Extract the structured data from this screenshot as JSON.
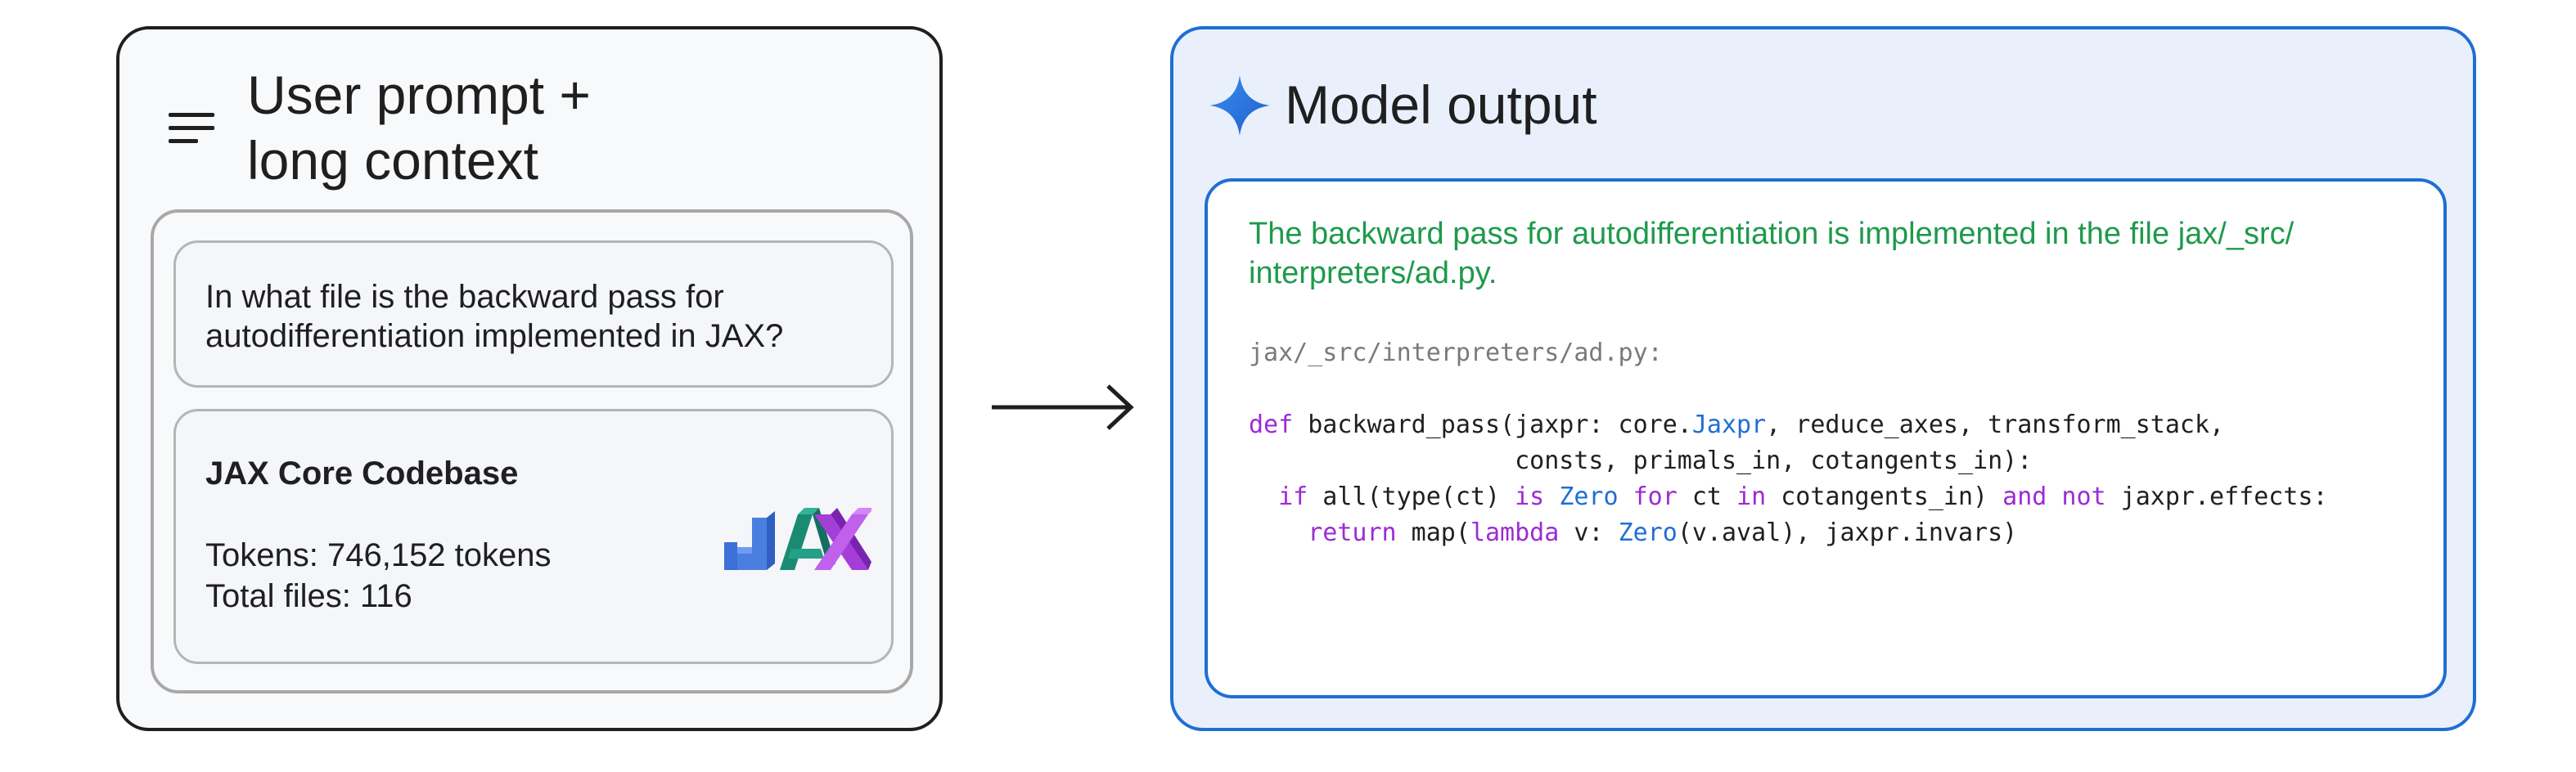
{
  "left": {
    "title": "User prompt +\nlong context",
    "icon": "menu-lines-icon",
    "question": "In what file is the backward pass for autodifferentiation implemented in JAX?",
    "codebase": {
      "title": "JAX Core Codebase",
      "tokens": "Tokens: 746,152 tokens",
      "files": "Total files: 116",
      "logo": "jax-logo"
    }
  },
  "arrow": "right-arrow-icon",
  "right": {
    "title": "Model output",
    "icon": "sparkle-icon",
    "answer": "The backward pass for autodifferentiation is implemented in the file jax/_src/ interpreters/ad.py.",
    "code_path": "jax/_src/interpreters/ad.py:",
    "code_lines": [
      [
        {
          "t": "def",
          "c": "kw"
        },
        {
          "t": " backward_pass(jaxpr: core.",
          "c": ""
        },
        {
          "t": "Jaxpr",
          "c": "ty"
        },
        {
          "t": ", reduce_axes, transform_stack,",
          "c": ""
        }
      ],
      [
        {
          "t": "                  consts, primals_in, cotangents_in):",
          "c": ""
        }
      ],
      [
        {
          "t": "  ",
          "c": ""
        },
        {
          "t": "if",
          "c": "kw"
        },
        {
          "t": " all(type(ct) ",
          "c": ""
        },
        {
          "t": "is",
          "c": "kw"
        },
        {
          "t": " ",
          "c": ""
        },
        {
          "t": "Zero",
          "c": "ty"
        },
        {
          "t": " ",
          "c": ""
        },
        {
          "t": "for",
          "c": "kw"
        },
        {
          "t": " ct ",
          "c": ""
        },
        {
          "t": "in",
          "c": "kw"
        },
        {
          "t": " cotangents_in) ",
          "c": ""
        },
        {
          "t": "and",
          "c": "kw"
        },
        {
          "t": " ",
          "c": ""
        },
        {
          "t": "not",
          "c": "kw"
        },
        {
          "t": " jaxpr.effects:",
          "c": ""
        }
      ],
      [
        {
          "t": "    ",
          "c": ""
        },
        {
          "t": "return",
          "c": "kw"
        },
        {
          "t": " map(",
          "c": ""
        },
        {
          "t": "lambda",
          "c": "kw"
        },
        {
          "t": " v: ",
          "c": ""
        },
        {
          "t": "Zero",
          "c": "ty"
        },
        {
          "t": "(v.aval), jaxpr.invars)",
          "c": ""
        }
      ]
    ]
  },
  "colors": {
    "answer_green": "#1e9a4c",
    "accent_blue": "#1f6ed4",
    "keyword_purple": "#9c2bd6"
  }
}
